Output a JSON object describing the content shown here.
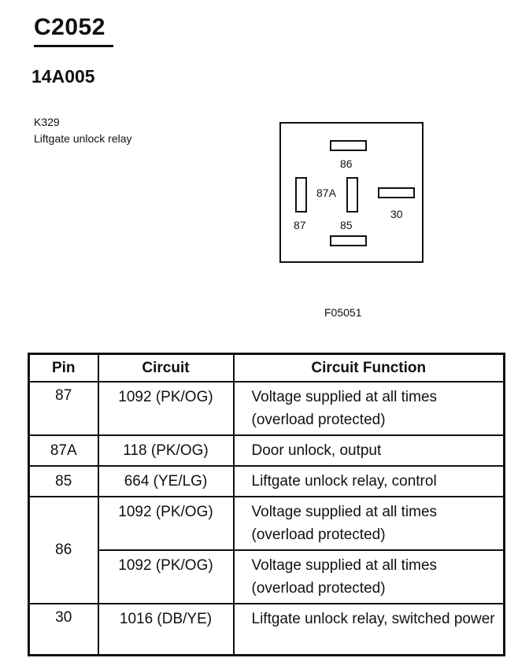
{
  "connector": {
    "id": "C2052",
    "part_number": "14A005"
  },
  "component": {
    "id": "K329",
    "name": "Liftgate unlock relay"
  },
  "diagram": {
    "figure_id": "F05051",
    "pins": {
      "p86": "86",
      "p87a": "87A",
      "p87": "87",
      "p85": "85",
      "p30": "30"
    }
  },
  "table": {
    "headers": {
      "pin": "Pin",
      "circuit": "Circuit",
      "function": "Circuit Function"
    },
    "rows": [
      {
        "pin": "87",
        "circuit": "1092 (PK/OG)",
        "function": "Voltage supplied at all times (overload protected)"
      },
      {
        "pin": "87A",
        "circuit": "118 (PK/OG)",
        "function": "Door unlock, output"
      },
      {
        "pin": "85",
        "circuit": "664 (YE/LG)",
        "function": "Liftgate unlock relay, control"
      },
      {
        "pin": "86",
        "circuit": "1092 (PK/OG)",
        "function": "Voltage supplied at all times (overload protected)"
      },
      {
        "circuit": "1092 (PK/OG)",
        "function": "Voltage supplied at all times (overload protected)"
      },
      {
        "pin": "30",
        "circuit": "1016 (DB/YE)",
        "function": "Liftgate unlock relay, switched power"
      }
    ]
  }
}
